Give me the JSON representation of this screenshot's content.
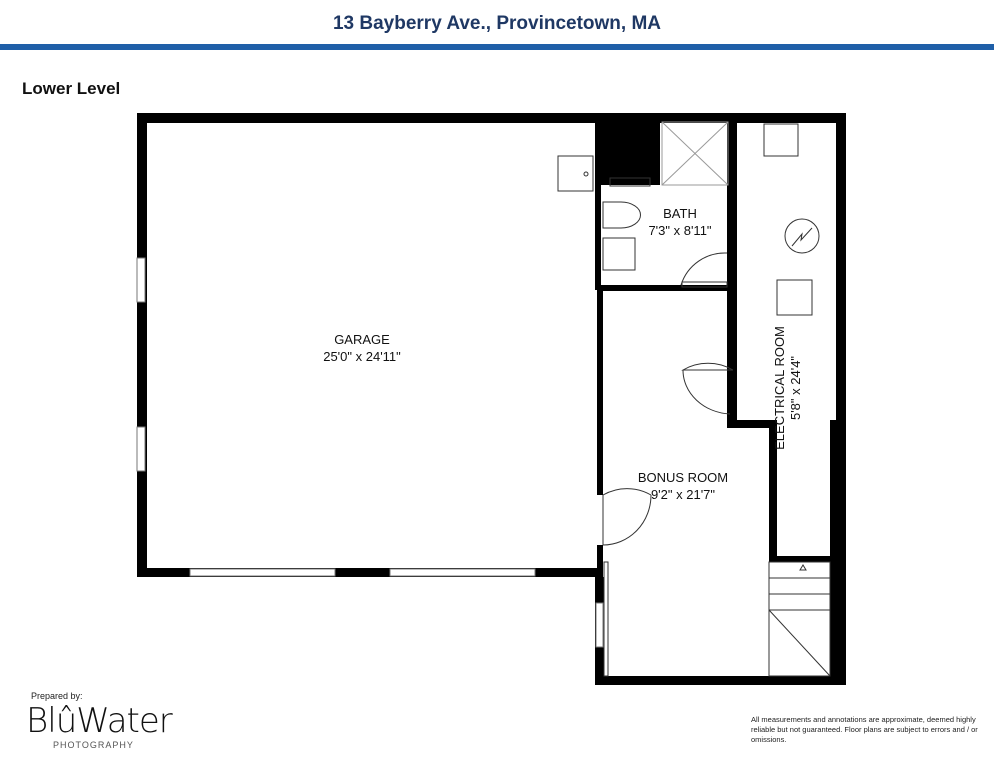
{
  "header": {
    "title": "13 Bayberry Ave., Provincetown, MA",
    "accent": "#1f5fa8"
  },
  "level": "Lower Level",
  "rooms": [
    {
      "name": "GARAGE",
      "dims": "25'0\" x 24'11\""
    },
    {
      "name": "BATH",
      "dims": "7'3\" x 8'11\""
    },
    {
      "name": "BONUS ROOM",
      "dims": "9'2\" x 21'7\""
    },
    {
      "name": "ELECTRICAL ROOM",
      "dims": "5'8\" x 24'4\""
    }
  ],
  "footer": {
    "prepared_by": "Prepared by:",
    "logo": "BlûWater",
    "logo_sub": "PHOTOGRAPHY",
    "disclaimer": "All measurements and annotations are approximate, deemed highly reliable but not guaranteed. Floor plans are subject to errors and / or omissions."
  }
}
